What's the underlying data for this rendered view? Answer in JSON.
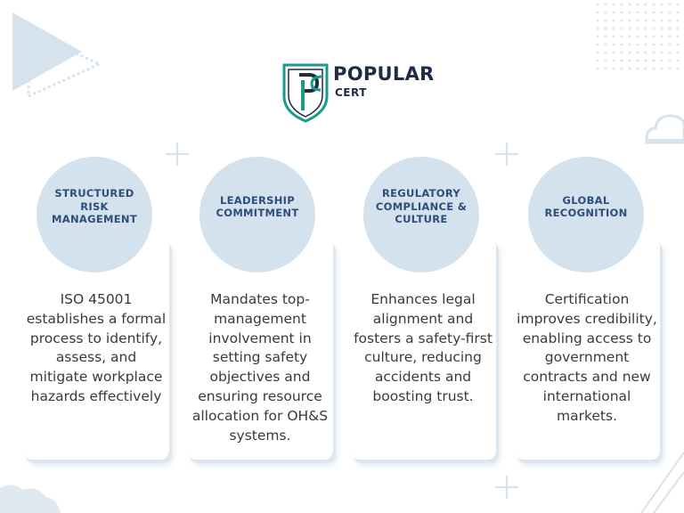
{
  "brand": {
    "name_line1": "POPULAR",
    "name_line2": "CERT",
    "monogram": "PC"
  },
  "colors": {
    "circle": "#d3e2ed",
    "title": "#2e4d7b",
    "text": "#3a3a3a",
    "accent": "#1a9a8a",
    "decoration": "#d6e3ec"
  },
  "cards": [
    {
      "title": "STRUCTURED RISK MANAGEMENT",
      "text": "ISO 45001 establishes a formal process to identify, assess, and mitigate workplace hazards effectively"
    },
    {
      "title": "LEADERSHIP COMMITMENT",
      "text": "Mandates top-management involvement in setting safety objectives and ensuring resource allocation for OH&S systems."
    },
    {
      "title": "REGULATORY COMPLIANCE & CULTURE",
      "text": "Enhances legal alignment and fosters a safety-first culture, reducing accidents and boosting trust."
    },
    {
      "title": "GLOBAL RECOGNITION",
      "text": "Certification improves credibility, enabling access to government contracts and new international markets."
    }
  ]
}
